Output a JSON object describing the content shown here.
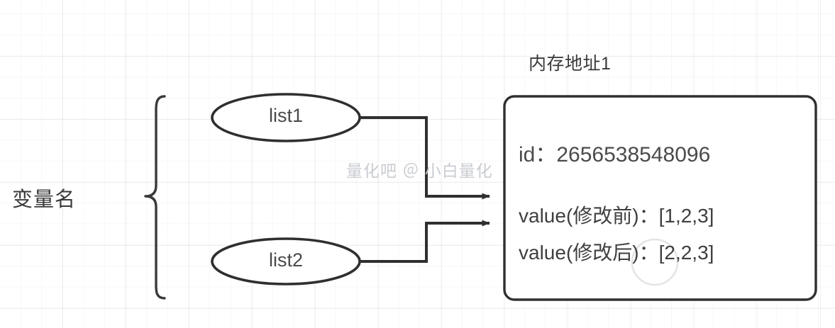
{
  "diagram": {
    "title": "内存地址1",
    "variable_group_label": "变量名",
    "watermark": "量化吧 ＠ 小白量化",
    "nodes": [
      {
        "name": "list1-ellipse",
        "label": "list1"
      },
      {
        "name": "list2-ellipse",
        "label": "list2"
      }
    ],
    "memory_box": {
      "header": "内存地址1",
      "lines": [
        "id：2656538548096",
        "value(修改前)：[1,2,3]",
        "value(修改后)：[2,2,3]"
      ],
      "id_line": "id：2656538548096",
      "value_before_line": "value(修改前)：[1,2,3]",
      "value_after_line": "value(修改后)：[2,2,3]"
    },
    "colors": {
      "stroke": "#333333",
      "text": "#3a3a3a",
      "grid": "#e8e8e8",
      "watermark": "#c9ccd1",
      "background": "#ffffff"
    }
  }
}
